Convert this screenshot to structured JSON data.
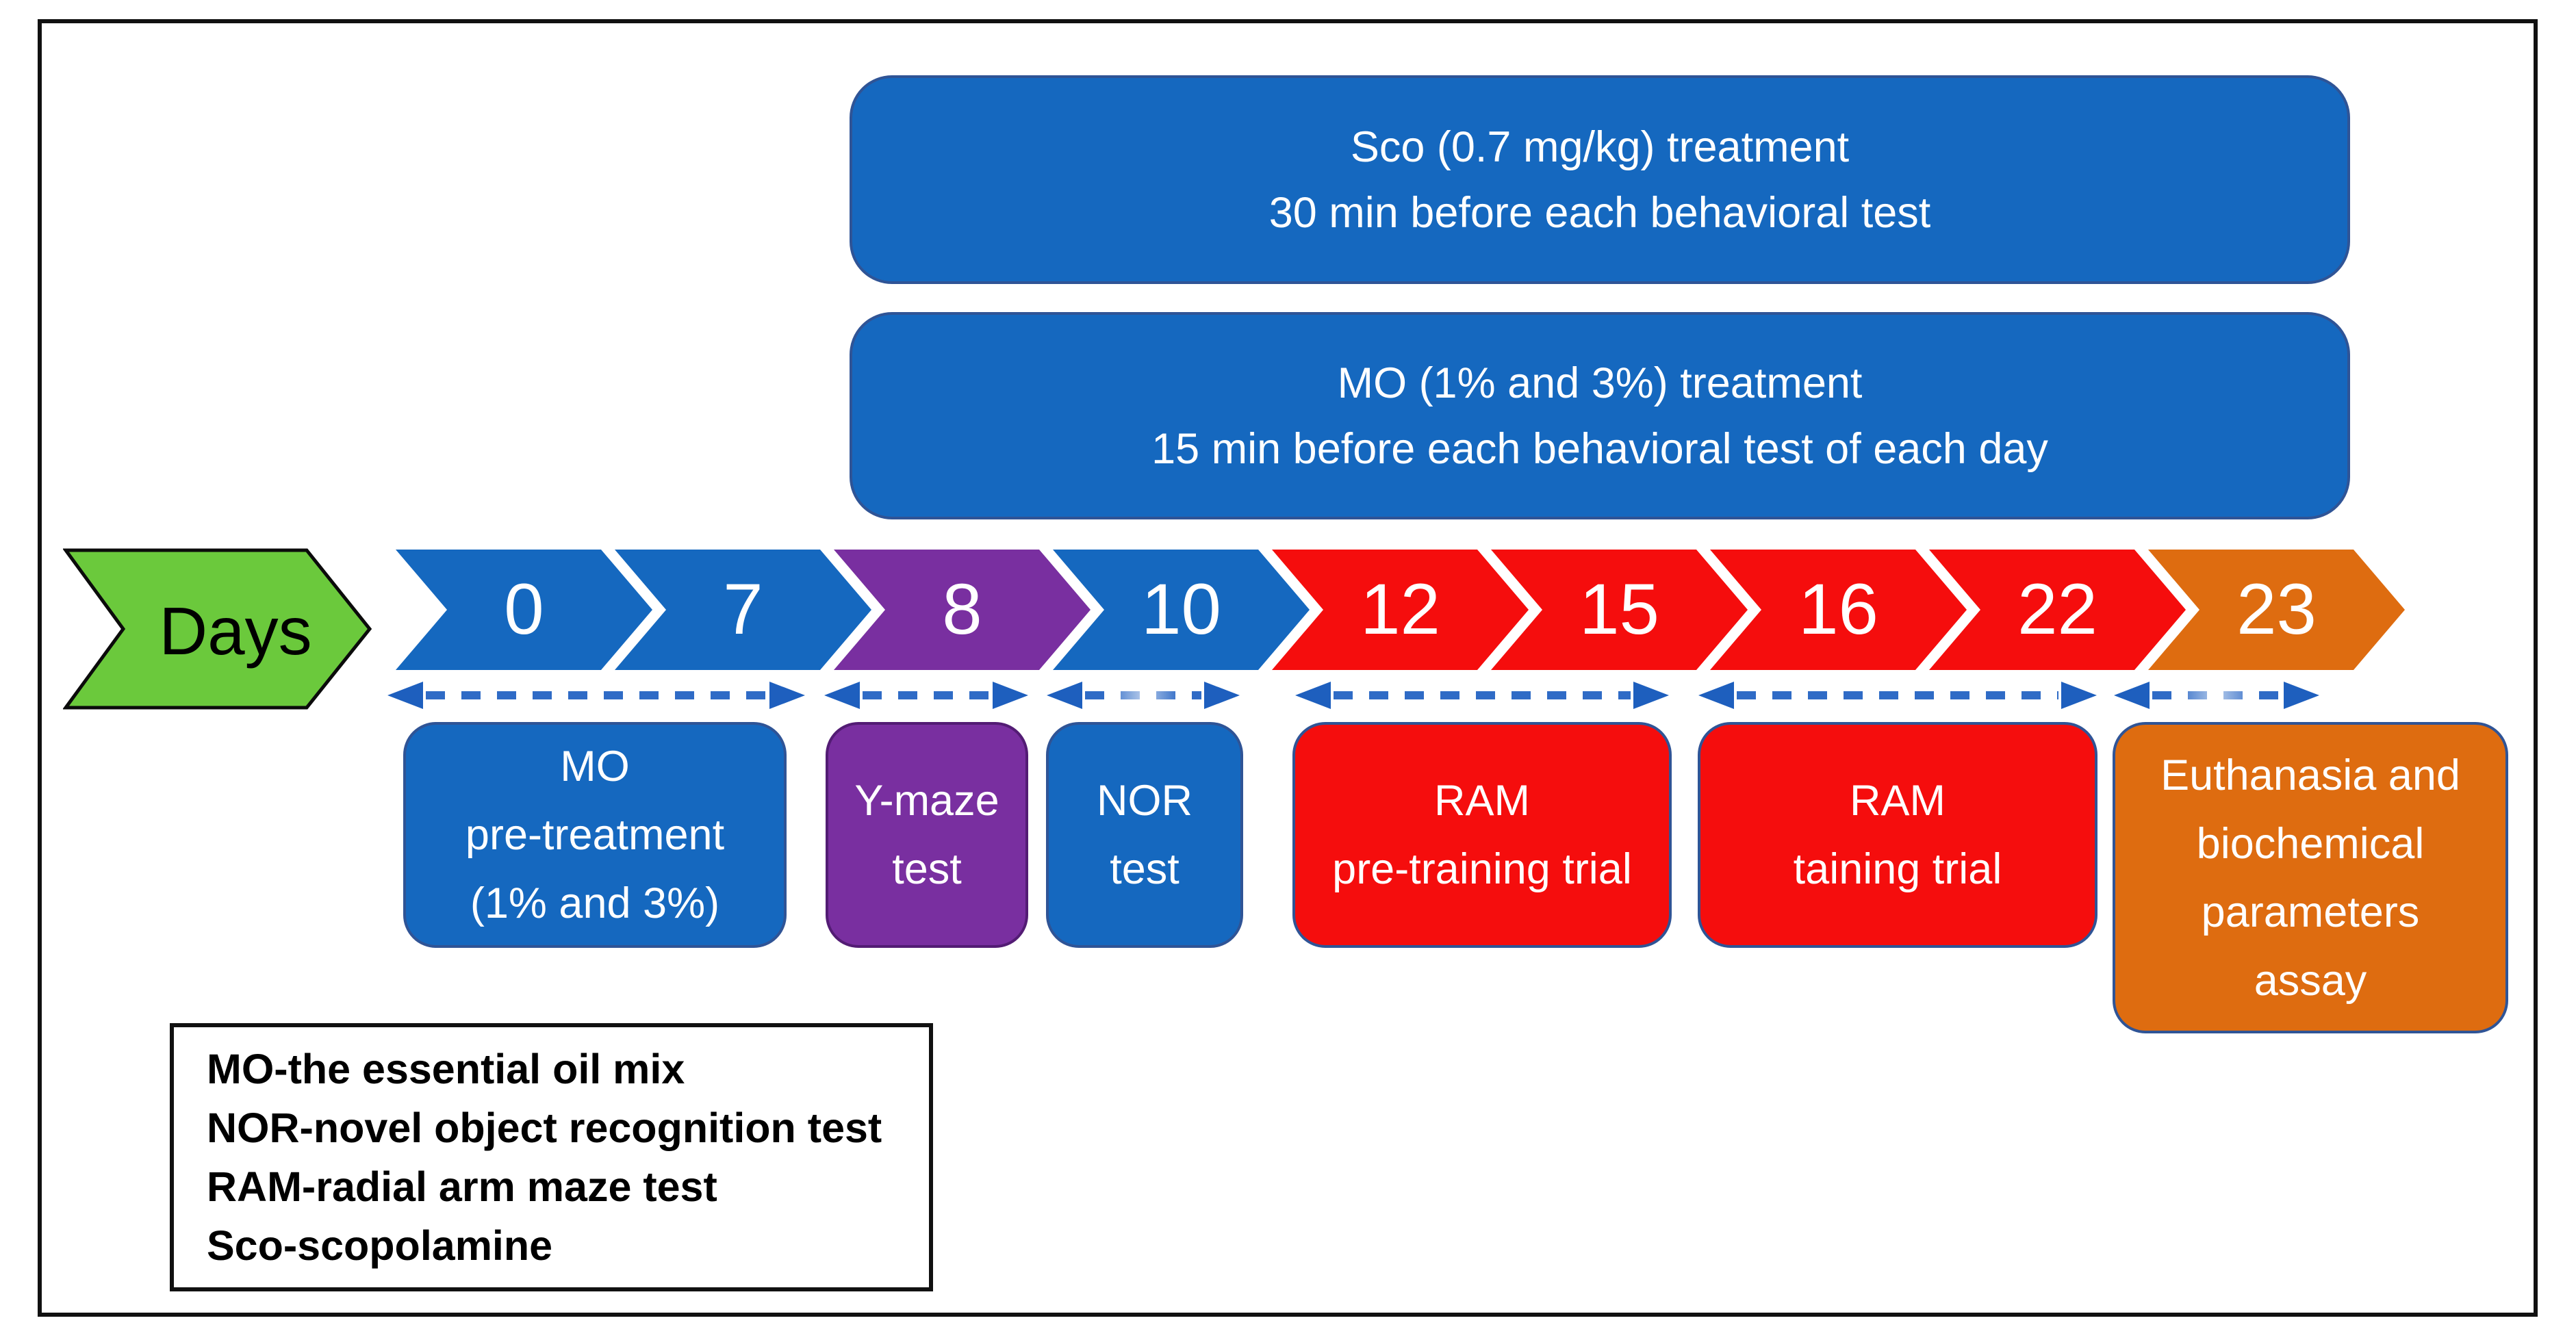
{
  "banners": [
    {
      "name": "Sco treatment banner",
      "lines": [
        "Sco (0.7 mg/kg) treatment",
        "30 min before each behavioral test"
      ]
    },
    {
      "name": "MO treatment banner",
      "lines": [
        "MO (1% and 3%) treatment",
        "15 min before each behavioral test of each day"
      ]
    }
  ],
  "timeline": {
    "days_label": "Days",
    "chevrons": [
      {
        "day": "0",
        "color": "blue"
      },
      {
        "day": "7",
        "color": "blue"
      },
      {
        "day": "8",
        "color": "purple"
      },
      {
        "day": "10",
        "color": "blue"
      },
      {
        "day": "12",
        "color": "red"
      },
      {
        "day": "15",
        "color": "red"
      },
      {
        "day": "16",
        "color": "red"
      },
      {
        "day": "22",
        "color": "red"
      },
      {
        "day": "23",
        "color": "orange"
      }
    ]
  },
  "phases": [
    {
      "lines": [
        "MO",
        "pre-treatment",
        "(1% and 3%)"
      ],
      "color": "blue"
    },
    {
      "lines": [
        "Y-maze",
        "test"
      ],
      "color": "purple"
    },
    {
      "lines": [
        "NOR",
        "test"
      ],
      "color": "blue"
    },
    {
      "lines": [
        "RAM",
        "pre-training trial"
      ],
      "color": "red"
    },
    {
      "lines": [
        "RAM",
        "taining trial"
      ],
      "color": "red"
    },
    {
      "lines": [
        "Euthanasia and",
        "biochemical",
        "parameters",
        "assay"
      ],
      "color": "orange"
    }
  ],
  "legend": {
    "lines": [
      "MO-the essential oil mix",
      "NOR-novel object recognition test",
      "RAM-radial arm maze test",
      "Sco-scopolamine"
    ]
  },
  "colors": {
    "blue": "#1568BF",
    "purple": "#792FA0",
    "red": "#F50D0D",
    "orange": "#DE6C10",
    "green": "#6BC93C",
    "arrow": "#2F6BC6",
    "arrow_head": "#1E5FBE",
    "arrow_light": "#AFC5EA",
    "navy": "#2F5496",
    "purple_border": "#531C74",
    "ink": "#111111"
  }
}
